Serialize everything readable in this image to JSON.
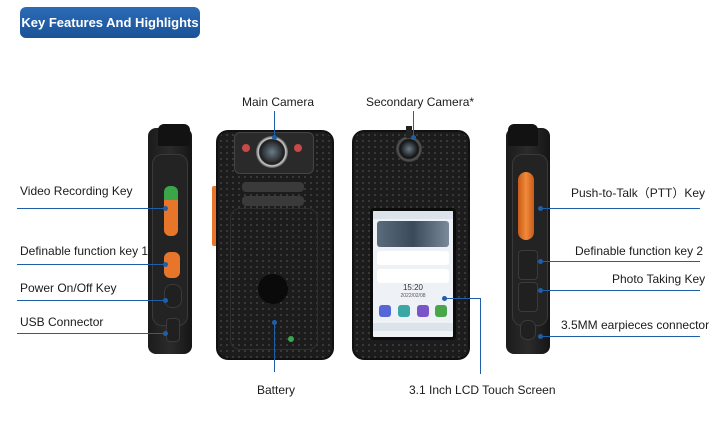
{
  "header": {
    "title": "Key Features And Highlights"
  },
  "labels": {
    "video_recording": "Video Recording Key",
    "definable_1": "Definable function key 1",
    "power": "Power On/Off Key",
    "usb": "USB Connector",
    "main_camera": "Main Camera",
    "secondary_camera": "Secondary Camera*",
    "battery": "Battery",
    "lcd": "3.1 Inch LCD Touch Screen",
    "ptt": "Push-to-Talk（PTT）Key",
    "definable_2": "Definable function key 2",
    "photo": "Photo Taking Key",
    "earpiece": "3.5MM earpieces connector"
  },
  "screen": {
    "time": "15:20",
    "date": "2022/02/08"
  },
  "colors": {
    "banner": "#1a5298",
    "callout_line": "#1f5fa8",
    "accent_orange": "#e8762a",
    "body_black": "#1c1c1c"
  }
}
